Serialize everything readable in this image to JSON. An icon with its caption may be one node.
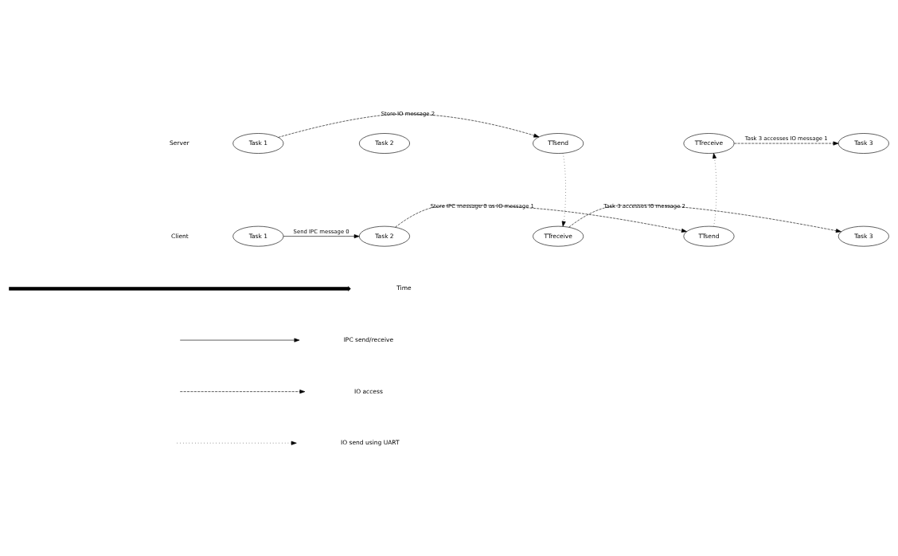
{
  "diagram": {
    "nodes": [
      {
        "text": [
          "Task 1"
        ]
      },
      {
        "text": [
          "Task 2"
        ]
      },
      {
        "text": [
          "TTsend"
        ]
      },
      {
        "text": [
          "TTreceive"
        ]
      },
      {
        "text": [
          "Task 3"
        ]
      },
      {
        "text": [
          "Task 1"
        ]
      },
      {
        "text": [
          "Task 2"
        ]
      },
      {
        "text": [
          "TTreceive"
        ]
      },
      {
        "text": [
          "TTsend"
        ]
      },
      {
        "text": [
          "Task 3"
        ]
      }
    ],
    "edges": [
      {
        "from": 0,
        "to": 2,
        "arrow": "to",
        "style": "dashed",
        "label": "Store IO message 2"
      },
      {
        "from": 3,
        "to": 4,
        "arrow": "to",
        "style": "dashed",
        "label": "Task 3 accesses IO message 1"
      },
      {
        "from": 5,
        "to": 6,
        "arrow": "to",
        "label": "Send IPC message 0"
      },
      {
        "from": 2,
        "to": 7,
        "arrow": "to",
        "style": "dashed"
      },
      {
        "from": 8,
        "to": 3,
        "arrow": "to",
        "style": "dashed"
      },
      {
        "from": 6,
        "to": 8,
        "arrow": "to",
        "style": "dashed",
        "label": "Store IPC message 0 as IO message 1"
      },
      {
        "from": 7,
        "to": 9,
        "arrow": "to",
        "style": "dashed",
        "label": "Task 3 accesses I0 message 2"
      }
    ],
    "labels": [
      "Server",
      "Client",
      "Time"
    ],
    "legend": [
      {
        "text": "IPC send/receive"
      },
      {
        "text": "IO access"
      },
      {
        "text": "IO send using UART"
      }
    ]
  }
}
